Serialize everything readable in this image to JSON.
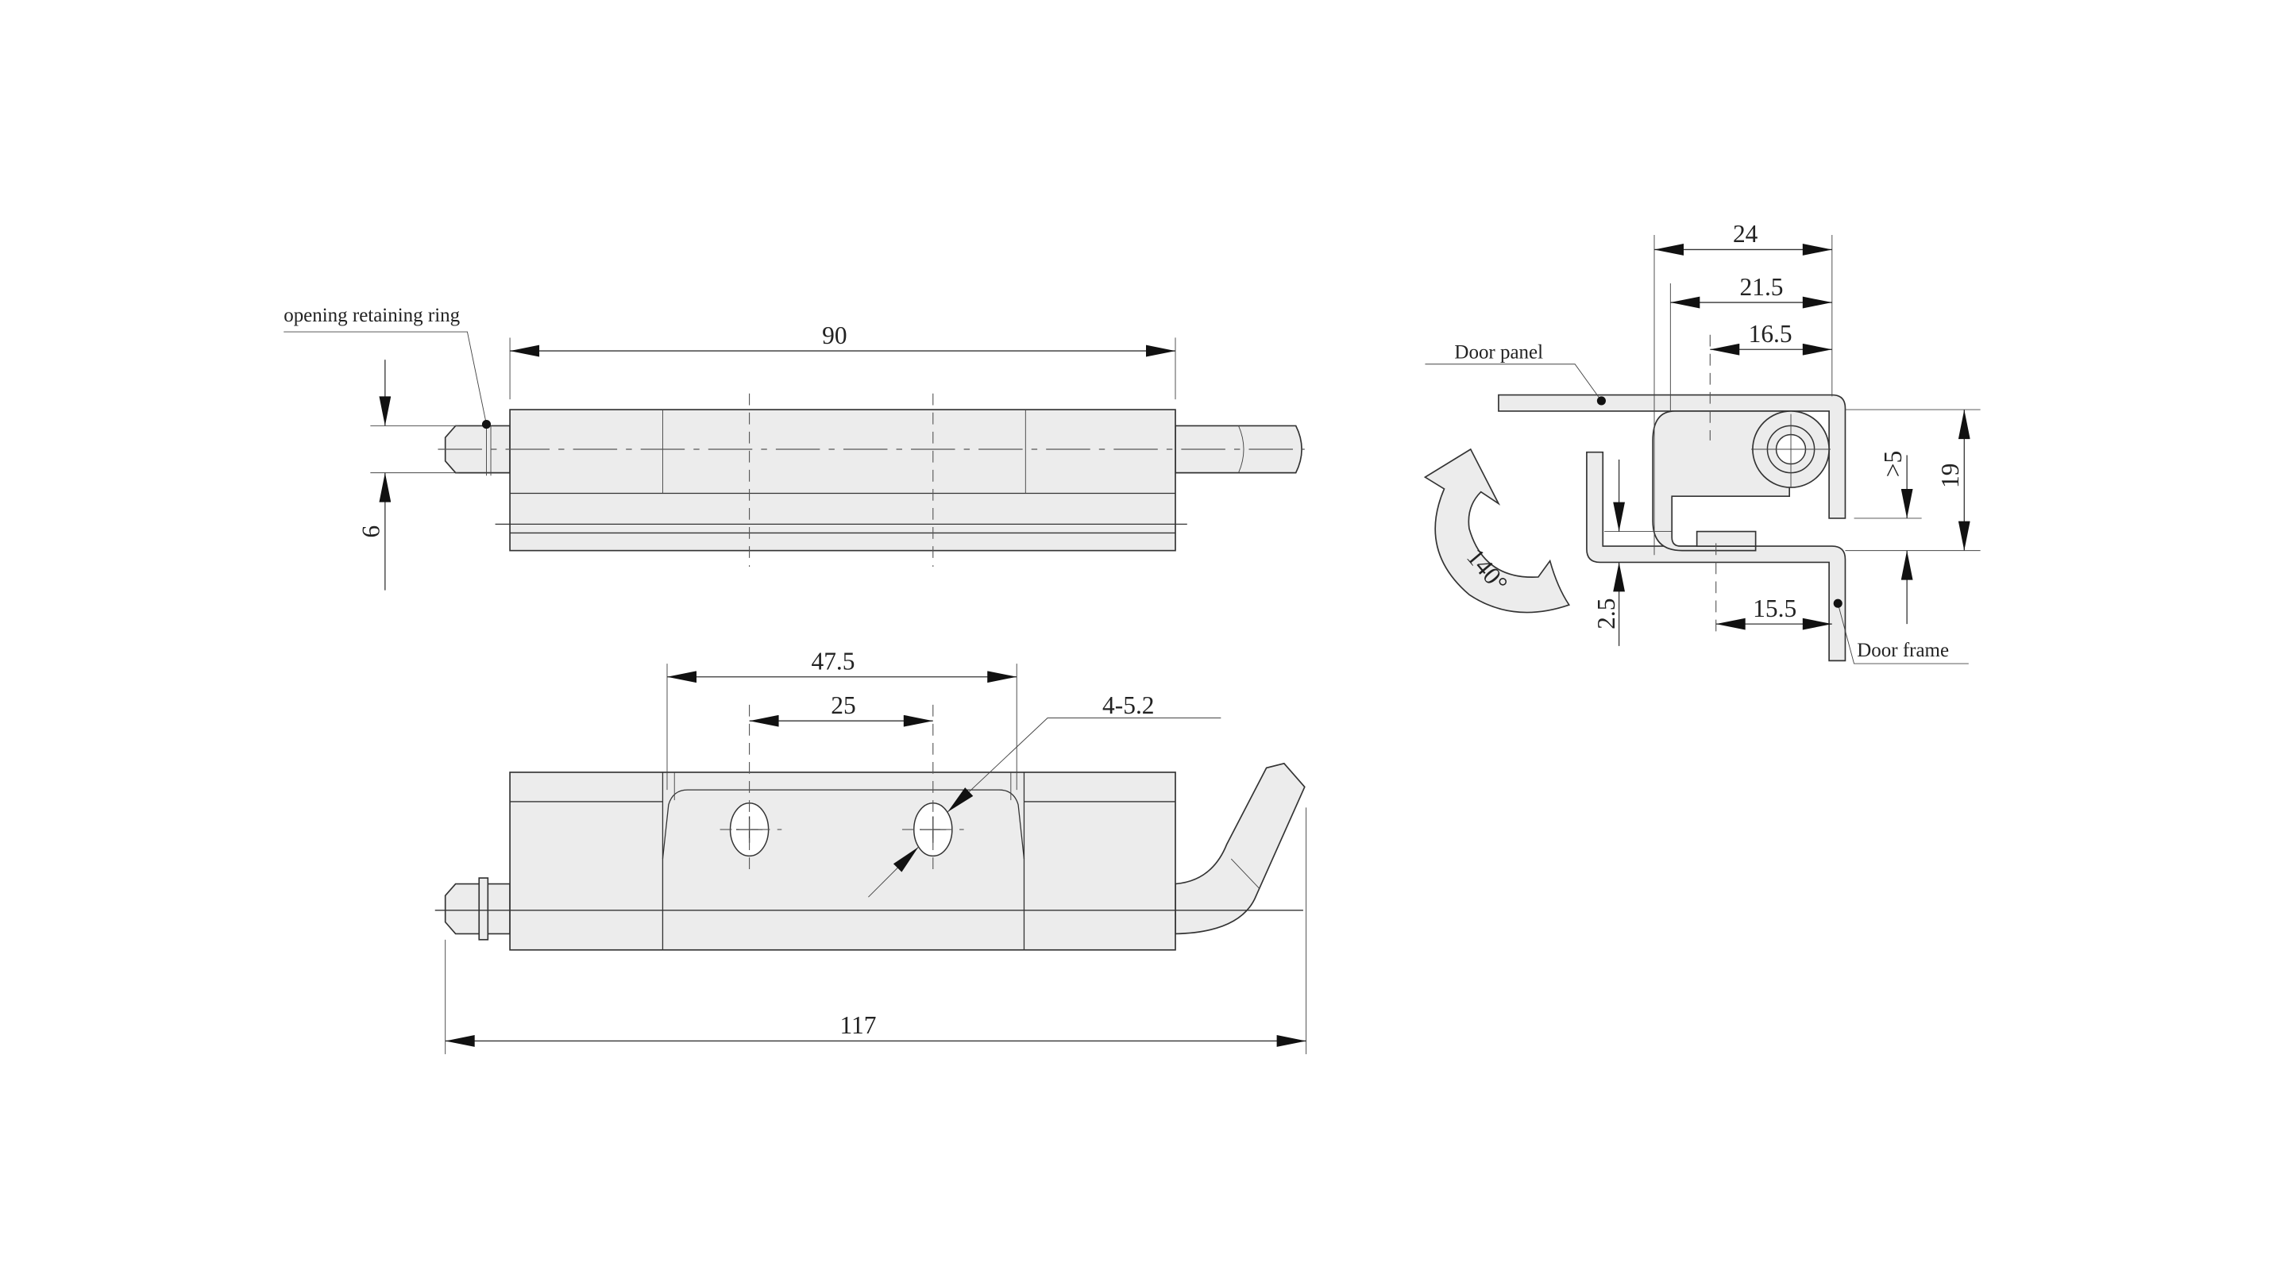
{
  "top_view": {
    "label_ring": "opening retaining ring",
    "dim_length": "90",
    "dim_pin": "6"
  },
  "bottom_view": {
    "dim_outer_holes": "47.5",
    "dim_inner_holes": "25",
    "dim_holes": "4-5.2",
    "dim_overall": "117"
  },
  "side_view": {
    "label_panel": "Door panel",
    "label_frame": "Door frame",
    "dim_24": "24",
    "dim_21_5": "21.5",
    "dim_16_5": "16.5",
    "dim_15_5": "15.5",
    "dim_19": "19",
    "dim_gt5": ">5",
    "dim_2_5": "2.5",
    "angle": "140°"
  }
}
